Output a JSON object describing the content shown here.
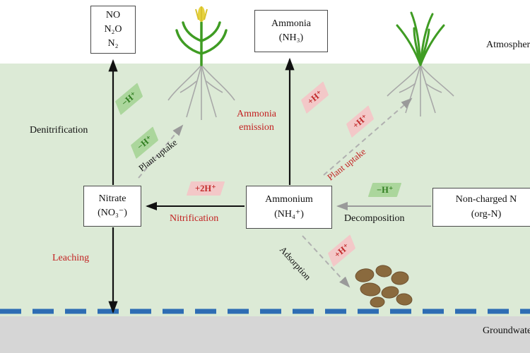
{
  "colors": {
    "soil_bg": "#dcead6",
    "atmosphere_bg": "#ffffff",
    "groundwater_bg": "#d6d6d6",
    "water_line": "#2e6db4",
    "red_label": "#c32222",
    "green_tag_bg": "#abd69c",
    "green_tag_text": "#2f7d1f",
    "red_tag_bg": "#f3c8c8",
    "red_tag_text": "#c22a2a"
  },
  "regions": {
    "atmosphere": "Atmosphere",
    "groundwater": "Groundwater"
  },
  "boxes": {
    "nox": {
      "line1": "NO",
      "line2": "N₂O",
      "line3": "N₂"
    },
    "ammonia": {
      "line1": "Ammonia",
      "line2": "(NH₃)"
    },
    "nitrate": {
      "line1": "Nitrate",
      "line2": "(NO₃⁻)"
    },
    "ammonium": {
      "line1": "Ammonium",
      "line2": "(NH₄⁺)"
    },
    "organic": {
      "line1": "Non-charged N",
      "line2": "(org-N)"
    }
  },
  "processes": {
    "denitrification": "Denitrification",
    "leaching": "Leaching",
    "plant_uptake_left": "Plant uptake",
    "plant_uptake_right": "Plant uptake",
    "nitrification": "Nitrification",
    "ammonia_emission_1": "Ammonia",
    "ammonia_emission_2": "emission",
    "decomposition": "Decomposition",
    "adsorption": "Adsorption"
  },
  "tags": {
    "denitrification": "−H⁺",
    "plant_uptake_left": "−H⁺",
    "nitrification": "+2H⁺",
    "ammonia_emission": "+H⁺",
    "plant_uptake_right": "+H⁺",
    "decomposition": "−H⁺",
    "adsorption": "+H⁺"
  }
}
